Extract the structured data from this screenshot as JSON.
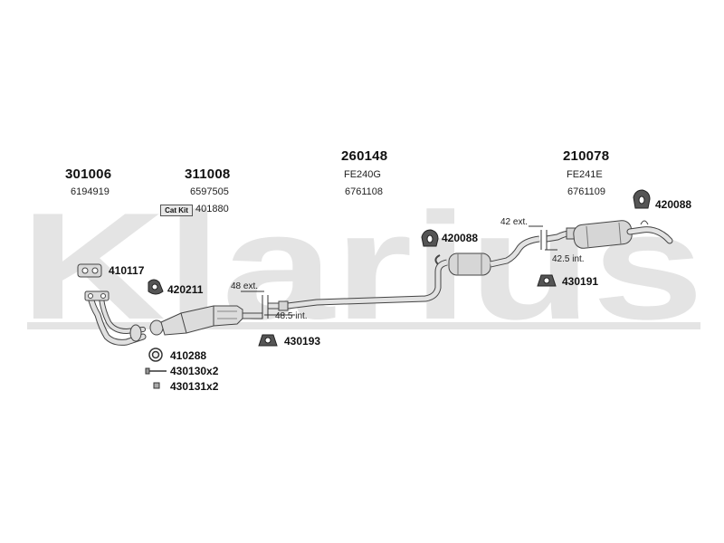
{
  "watermark": "Klarius",
  "assemblies": [
    {
      "part": "301006",
      "ref": "6194919"
    },
    {
      "part": "311008",
      "ref": "6597505",
      "badge": "Cat Kit",
      "badge_ref": "401880"
    },
    {
      "part": "260148",
      "code": "FE240G",
      "ref": "6761108"
    },
    {
      "part": "210078",
      "code": "FE241E",
      "ref": "6761109"
    }
  ],
  "fittings": {
    "f410117": "410117",
    "f420211": "420211",
    "f410288": "410288",
    "f430130": "430130x2",
    "f430131": "430131x2",
    "f430193": "430193",
    "f420088a": "420088",
    "f420088b": "420088",
    "f430191": "430191"
  },
  "dimensions": {
    "ext48": "48 ext.",
    "int48_5": "48.5 int.",
    "ext42": "42 ext.",
    "int42_5": "42.5 int."
  },
  "colors": {
    "watermark": "#e2e2e2",
    "pipe_stroke": "#444444",
    "pipe_fill": "#d9d9d9"
  }
}
